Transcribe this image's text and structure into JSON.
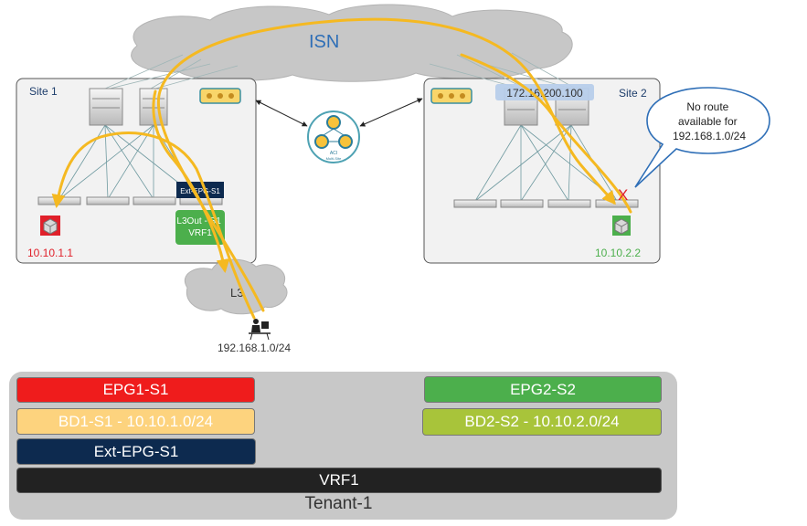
{
  "isn_label": "ISN",
  "site1": {
    "label": "Site 1",
    "ext_epg_box": "Ext-EPG-S1",
    "l3out_box": "L3Out - S1 VRF1",
    "endpoint_ip": "10.10.1.1"
  },
  "site2": {
    "label": "Site 2",
    "ip_highlight": "172.16.200.100",
    "endpoint_ip": "10.10.2.2",
    "fail_mark": "X"
  },
  "orchestrator": {
    "line1": "ACI",
    "line2": "Multi-Site"
  },
  "callout": {
    "text": "No route available for 192.168.1.0/24"
  },
  "l3_cloud": {
    "label": "L3"
  },
  "external_host": {
    "subnet": "192.168.1.0/24"
  },
  "tenant": {
    "label": "Tenant-1",
    "epg1": "EPG1-S1",
    "bd1": "BD1-S1 - 10.10.1.0/24",
    "ext_epg": "Ext-EPG-S1",
    "epg2": "EPG2-S2",
    "bd2": "BD2-S2 - 10.10.2.0/24",
    "vrf": "VRF1"
  },
  "colors": {
    "epg1": "#ef1c1c",
    "bd1": "#fdd37e",
    "ext_epg": "#0d2a4f",
    "epg2": "#4caf4c",
    "bd2": "#a8c43a",
    "vrf": "#222222",
    "flow": "#f5b921",
    "tenant_bg": "#c8c8c8",
    "site_bg": "#f2f2f2"
  }
}
